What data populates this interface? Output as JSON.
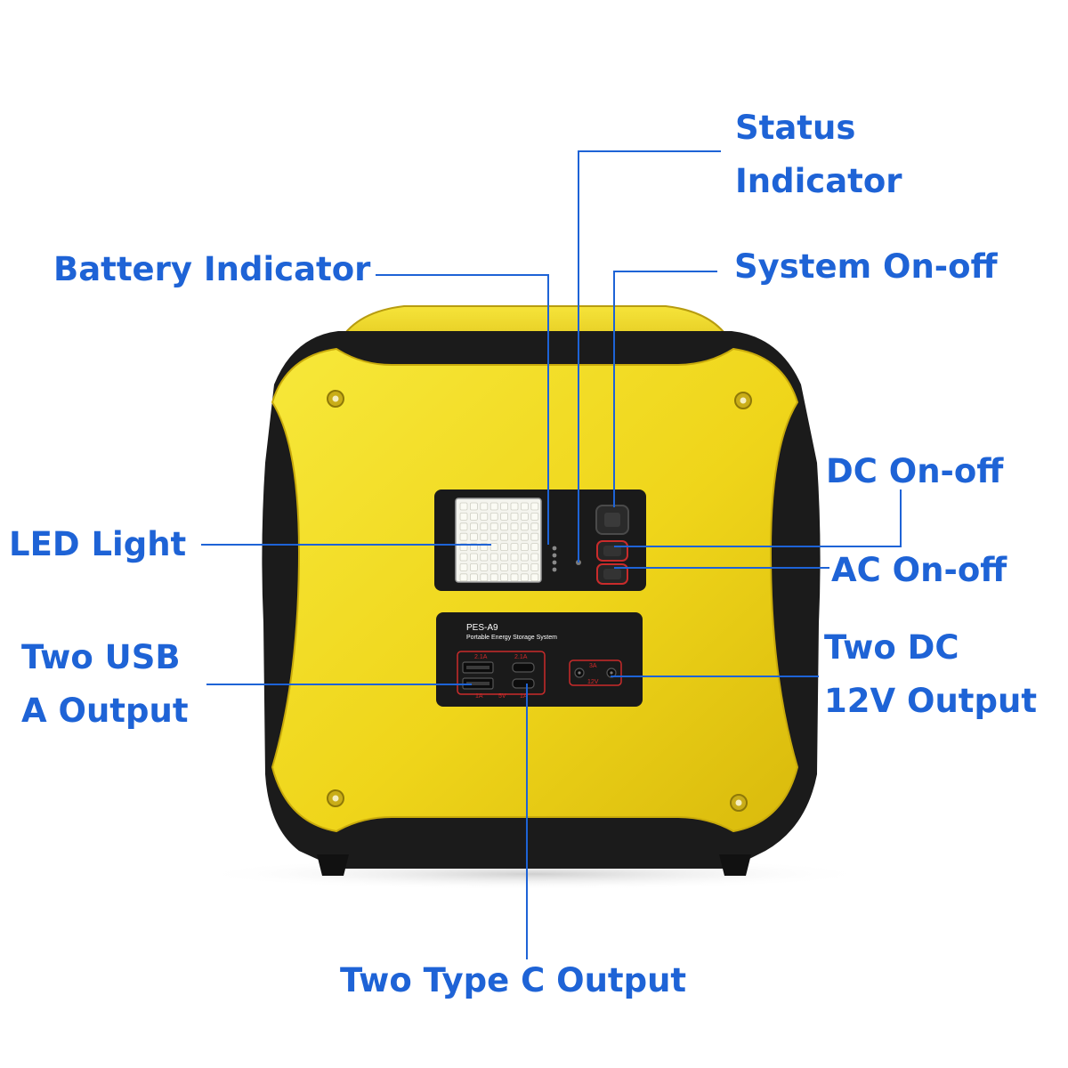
{
  "labels": {
    "status_indicator": "Status\nIndicator",
    "battery_indicator": "Battery Indicator",
    "system_on_off": "System On-off",
    "dc_on_off": "DC On-off",
    "led_light": "LED Light",
    "ac_on_off": "AC On-off",
    "two_usb_a_output": "Two USB\nA Output",
    "two_dc_12v_output": "Two DC\n12V Output",
    "two_type_c_output": "Two Type C Output"
  },
  "panel": {
    "model": "PES-A9",
    "subtitle": "Portable Energy Storage System",
    "usb_a_top": "2.1A",
    "usb_a_bottom": "1A",
    "usb_c_top": "2.1A",
    "usb_c_bottom": "1A",
    "usb_voltage": "5V",
    "dc_top": "3A",
    "dc_bottom": "12V"
  },
  "colors": {
    "label": "#1e63d6",
    "leader_line": "#1e63d6",
    "body_yellow": "#f2dc1e",
    "body_black": "#1b1b1b",
    "port_red": "#d02a2a"
  }
}
